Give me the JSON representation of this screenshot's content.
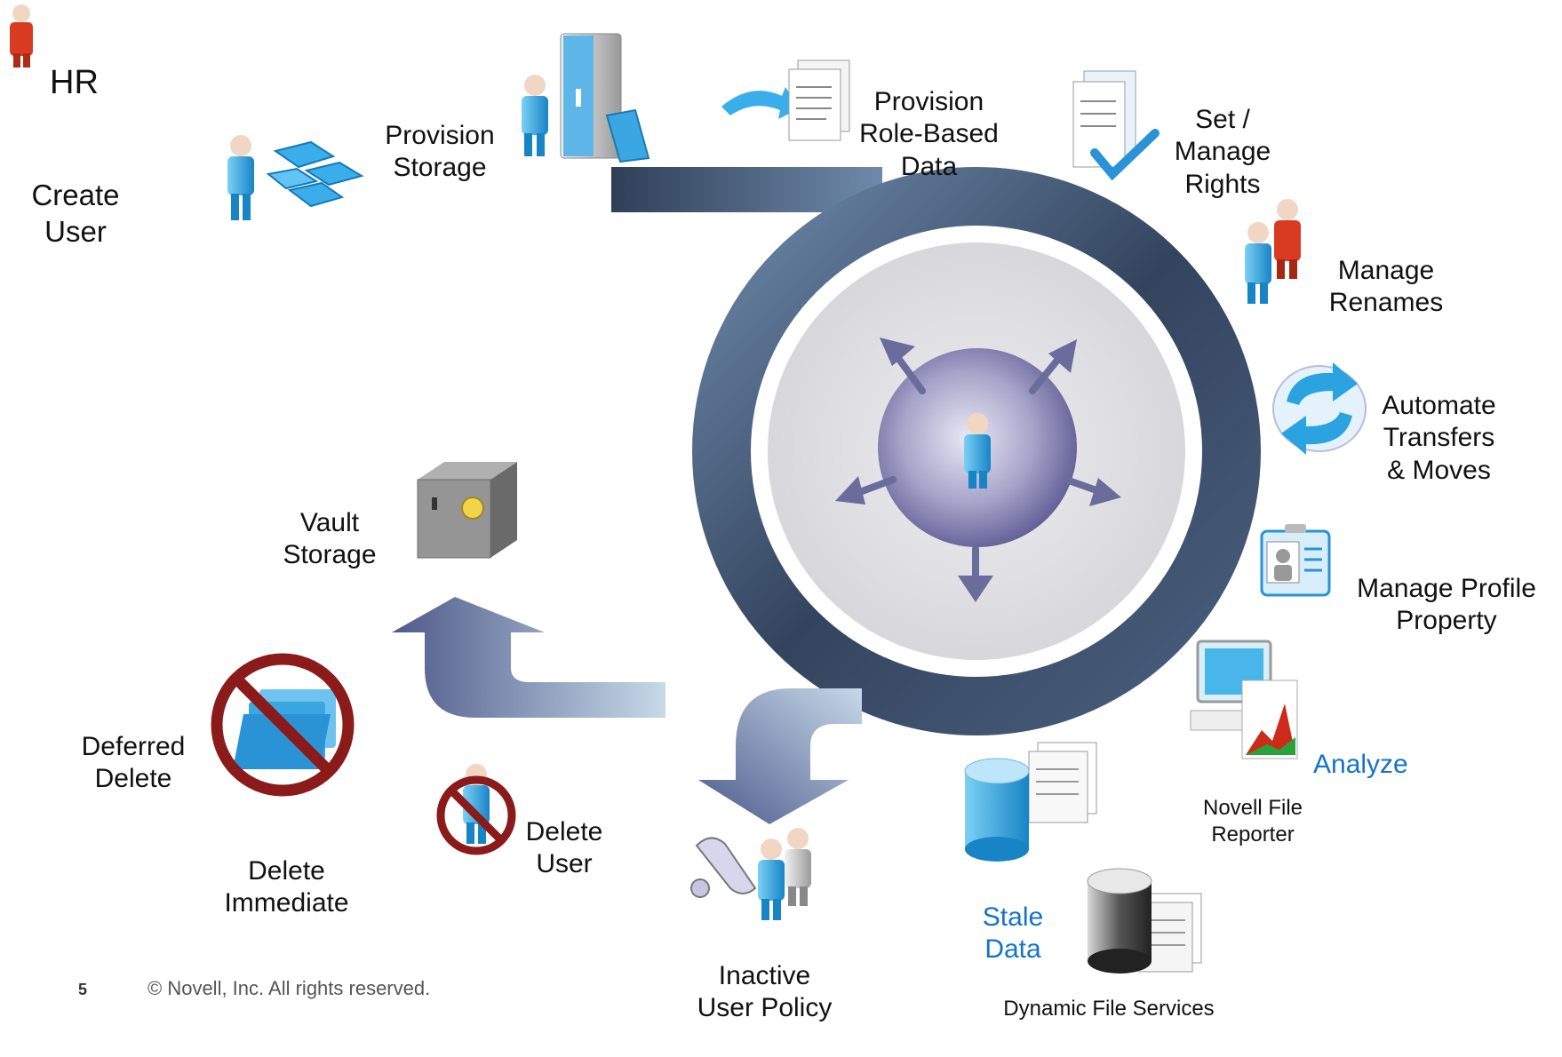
{
  "slide": {
    "hr_label": "HR",
    "footer_page": "5",
    "footer_copyright": "© Novell, Inc.  All rights reserved."
  },
  "labels": {
    "create_user": [
      "Create",
      "User"
    ],
    "provision_storage": [
      "Provision",
      "Storage"
    ],
    "provision_role_based_data": [
      "Provision",
      "Role-Based",
      "Data"
    ],
    "set_manage_rights": [
      "Set /",
      "Manage",
      "Rights"
    ],
    "manage_renames": [
      "Manage",
      "Renames"
    ],
    "automate_transfers": [
      "Automate",
      "Transfers",
      "& Moves"
    ],
    "manage_profile_property": [
      "Manage Profile",
      "Property"
    ],
    "analyze": "Analyze",
    "novell_file_reporter": [
      "Novell File",
      "Reporter"
    ],
    "stale_data": [
      "Stale",
      "Data"
    ],
    "dynamic_file_services": "Dynamic File Services",
    "inactive_user_policy": [
      "Inactive",
      "User Policy"
    ],
    "delete_user": [
      "Delete",
      "User"
    ],
    "delete_immediate": [
      "Delete",
      "Immediate"
    ],
    "deferred_delete": [
      "Deferred",
      "Delete"
    ],
    "vault_storage": [
      "Vault",
      "Storage"
    ]
  },
  "colors": {
    "ring_dark": "#3d4c63",
    "ring_light": "#5c7899",
    "inner_disc": "#e3e3e6",
    "center_sphere": "#6b6a9a",
    "arrow_purple": "#6a6c9c",
    "person_blue": "#2aa3e0",
    "person_red": "#d93b22",
    "link_blue": "#1473c9",
    "no_sign": "#8b1a1a"
  },
  "icons": {
    "hr": "person-red-icon",
    "create_user": "person-with-tiles-icon",
    "provision_storage": "person-with-server-icon",
    "role_based_data": "document-transfer-icon",
    "manage_rights": "documents-checkmark-icon",
    "renames": "two-persons-icon",
    "transfers": "circular-arrows-icon",
    "profile": "id-card-icon",
    "analyze": "monitor-chart-icon",
    "stale_data": "database-documents-icon",
    "dynamic_file_services": "gray-database-documents-icon",
    "inactive_policy": "scroll-persons-icon",
    "delete_user": "no-person-icon",
    "deferred_delete": "no-folder-icon",
    "vault": "safe-icon",
    "center": "person-arrows-icon"
  }
}
